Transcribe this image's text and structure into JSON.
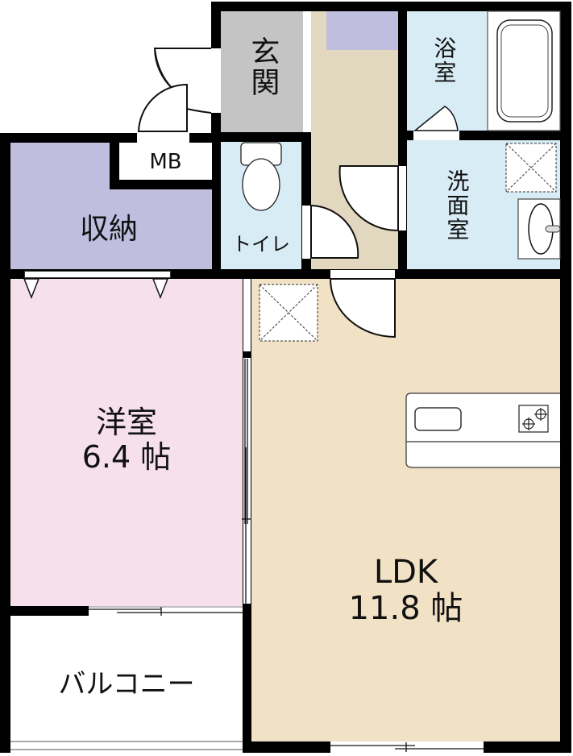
{
  "floor_plan": {
    "colors": {
      "wall": "#000000",
      "genkan": "#c4c4c4",
      "corridor": "#e2d8bf",
      "storage": "#c0bedf",
      "wet_area": "#d8ecf5",
      "western_room": "#f5e0ec",
      "ldk": "#f1e1c5",
      "balcony": "#ffffff"
    },
    "rooms": {
      "genkan": {
        "label": "玄関"
      },
      "bathroom": {
        "label": "浴室"
      },
      "washroom": {
        "label": "洗面室"
      },
      "mb": {
        "label": "MB"
      },
      "storage": {
        "label": "収納"
      },
      "toilet": {
        "label": "トイレ"
      },
      "western_room": {
        "label": "洋室",
        "size": "6.4 帖"
      },
      "ldk": {
        "label": "LDK",
        "size": "11.8 帖"
      },
      "balcony": {
        "label": "バルコニー"
      }
    }
  }
}
